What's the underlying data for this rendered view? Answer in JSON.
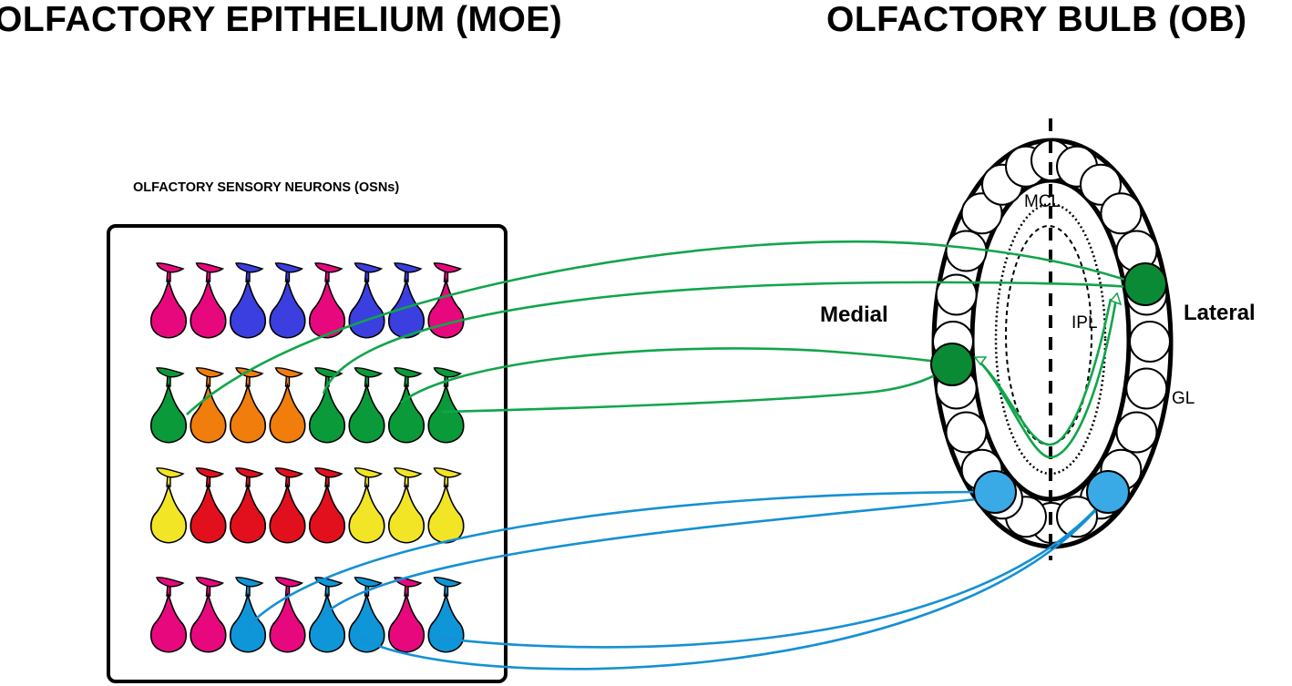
{
  "titles": {
    "moe": "OLFACTORY EPITHELIUM (MOE)",
    "ob": "OLFACTORY BULB (OB)"
  },
  "osn_label": "OLFACTORY SENSORY NEURONS (OSNs)",
  "bulb_labels": {
    "medial": "Medial",
    "lateral": "Lateral",
    "mcl": "MCL",
    "ipl": "IPL",
    "gl": "GL"
  },
  "colors": {
    "magenta": "#e8087e",
    "blue": "#3b3fe0",
    "green": "#0a9a3a",
    "orange": "#f07d0c",
    "yellow": "#f2e526",
    "red": "#e2101d",
    "cyan": "#0f96d8",
    "axon_green": "#11a54a",
    "axon_blue": "#1590d4",
    "glom_green": "#0b8a35",
    "glom_blue": "#3aaae6"
  },
  "neuron_rows": [
    [
      "magenta",
      "magenta",
      "blue",
      "blue",
      "magenta",
      "blue",
      "blue",
      "magenta"
    ],
    [
      "green",
      "orange",
      "orange",
      "orange",
      "green",
      "green",
      "green",
      "green"
    ],
    [
      "yellow",
      "red",
      "red",
      "red",
      "red",
      "yellow",
      "yellow",
      "yellow"
    ],
    [
      "magenta",
      "magenta",
      "cyan",
      "magenta",
      "cyan",
      "cyan",
      "magenta",
      "cyan"
    ]
  ]
}
